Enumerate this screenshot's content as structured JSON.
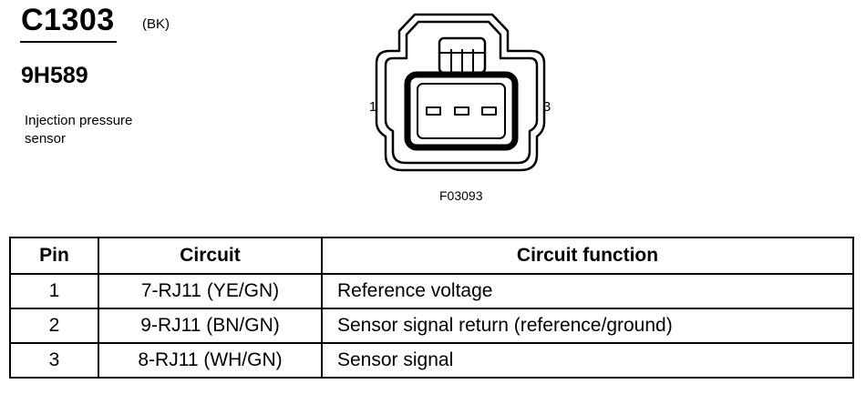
{
  "header": {
    "connector_id": "C1303",
    "connector_color": "(BK)",
    "part_number": "9H589",
    "description_line1": "Injection pressure",
    "description_line2": "sensor"
  },
  "diagram": {
    "pin_left_label": "1",
    "pin_right_label": "3",
    "figure_id": "F03093"
  },
  "table": {
    "headers": {
      "pin": "Pin",
      "circuit": "Circuit",
      "function": "Circuit function"
    },
    "rows": [
      {
        "pin": "1",
        "circuit": "7-RJ11 (YE/GN)",
        "function": "Reference voltage"
      },
      {
        "pin": "2",
        "circuit": "9-RJ11 (BN/GN)",
        "function": "Sensor signal return (reference/ground)"
      },
      {
        "pin": "3",
        "circuit": "8-RJ11 (WH/GN)",
        "function": "Sensor signal"
      }
    ]
  }
}
